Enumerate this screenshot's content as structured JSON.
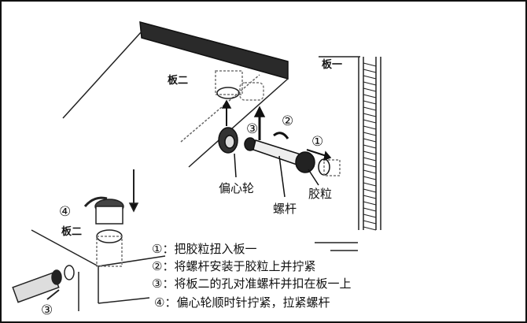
{
  "labels": {
    "board_two_top": "板二",
    "board_one": "板一",
    "board_two_bottom": "板二",
    "eccentric_wheel": "偏心轮",
    "screw_rod": "螺杆",
    "rubber_plug": "胶粒"
  },
  "markers": {
    "step1": "①",
    "step2": "②",
    "step3_top": "③",
    "step3_bottom": "③",
    "step4": "④"
  },
  "steps": [
    "①：把胶粒扭入板一",
    "②：将螺杆安装于胶粒上并拧紧",
    "③：将板二的孔对准螺杆并扣在板一上",
    "④：偏心轮顺时针拧紧，拉紧螺杆"
  ]
}
